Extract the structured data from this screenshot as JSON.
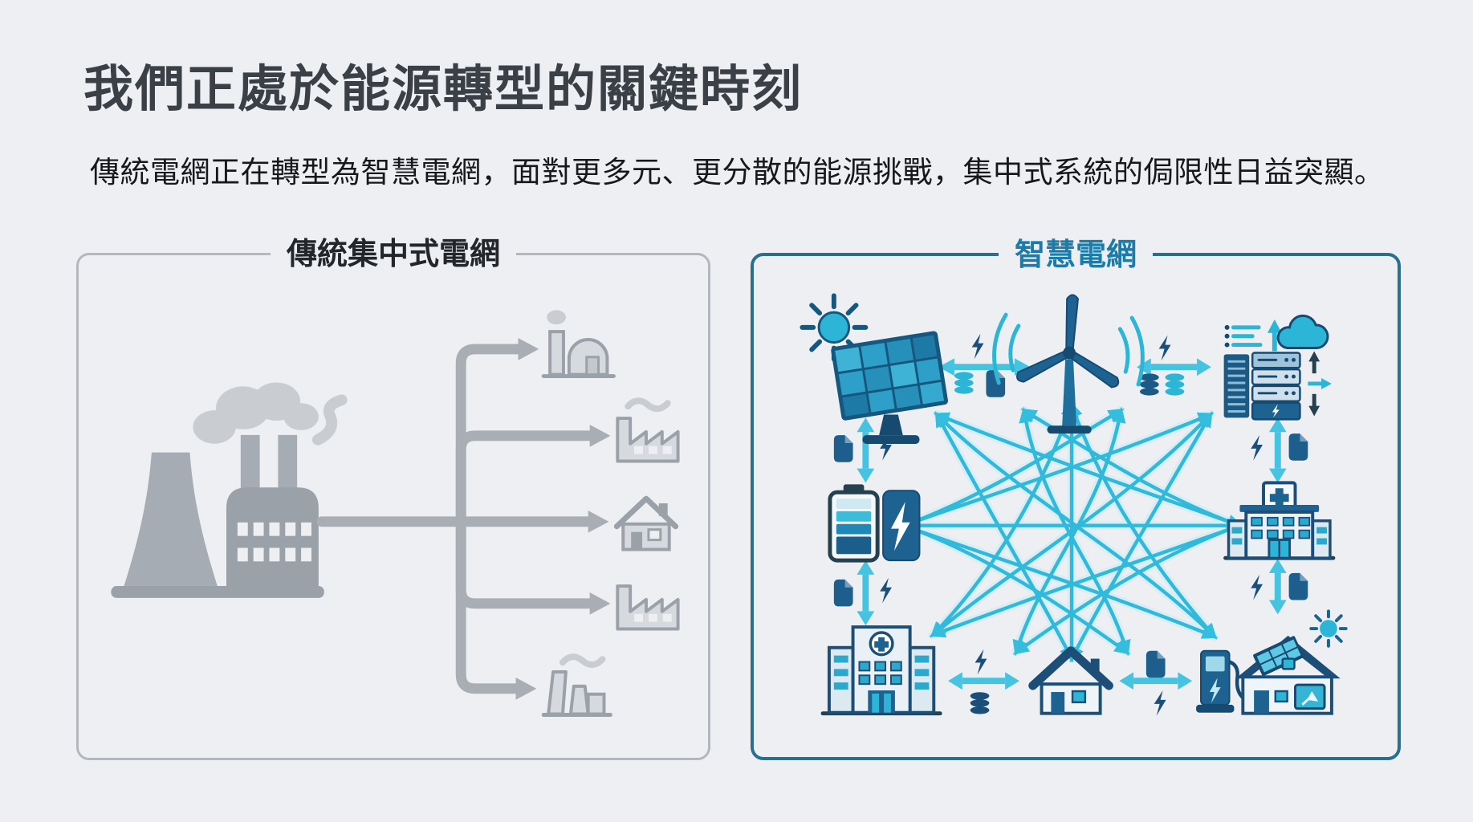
{
  "slide": {
    "title": "我們正處於能源轉型的關鍵時刻",
    "subtitle": "傳統電網正在轉型為智慧電網，面對更多元、更分散的能源挑戰，集中式系統的侷限性日益突顯。"
  },
  "panels": {
    "traditional": {
      "label": "傳統集中式電網",
      "source_icon": "coal-power-plant-icon",
      "consumer_icons": [
        "industrial-site-icon",
        "factory-icon",
        "house-icon",
        "factory-icon",
        "chimney-building-icon"
      ],
      "flow": "one-way-distribution"
    },
    "smart": {
      "label": "智慧電網",
      "node_icons": [
        "sun-icon",
        "solar-panel-icon",
        "wind-turbine-icon",
        "data-center-icon",
        "cloud-icon",
        "battery-storage-icon",
        "power-inverter-icon",
        "hospital-icon",
        "house-icon",
        "ev-charger-icon",
        "smart-home-icon",
        "clinic-icon"
      ],
      "exchange_icons": [
        "document-icon",
        "lightning-icon",
        "database-icon",
        "double-headed-arrow-icon"
      ],
      "flow": "bidirectional-mesh"
    }
  },
  "colors": {
    "background": "#edeff2",
    "title_text": "#3a4046",
    "subtitle_text": "#16181b",
    "traditional_border": "#b3b8be",
    "traditional_label": "#23272b",
    "traditional_icon_gray": "#a8aeb4",
    "smart_border": "#2a6f8e",
    "smart_label": "#1b7cab",
    "navy": "#1b5a86",
    "teal": "#2cb5d6",
    "cyan_arrow": "#45c3e1",
    "mesh_cyan": "#31b9db"
  }
}
